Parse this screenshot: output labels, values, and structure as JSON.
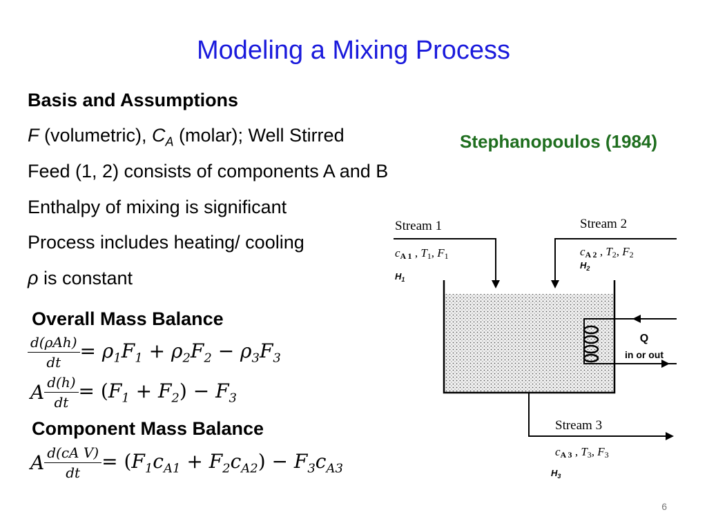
{
  "title": "Modeling a Mixing Process",
  "bullets": {
    "heading": "Basis and Assumptions",
    "line1_F": "F",
    "line1_a": " (volumetric), ",
    "line1_C": "C",
    "line1_sub": "A",
    "line1_b": " (molar); Well Stirred",
    "line2": "Feed (1, 2) consists of components A and B",
    "line3": "Enthalpy of mixing is significant",
    "line4": "Process includes heating/ cooling",
    "line5_rho": "ρ",
    "line5": " is constant"
  },
  "reference": "Stephanopoulos (1984)",
  "overall": {
    "heading": "Overall Mass Balance",
    "eq1_num": "d(ρAh)",
    "eq1_den": "dt",
    "eq2_lhs": "A",
    "eq2_num": "d(h)",
    "eq2_den": "dt"
  },
  "component": {
    "heading": "Component Mass Balance",
    "eq3_lhs": "A",
    "eq3_num": "d(cA V)",
    "eq3_den": "dt"
  },
  "diagram": {
    "stream1": "Stream 1",
    "stream2": "Stream 2",
    "stream3": "Stream 3",
    "H1": "H",
    "H1_sub": "1",
    "H2": "H",
    "H2_sub": "2",
    "H3": "H",
    "H3_sub": "3",
    "Q": "Q",
    "q_note": "in or out"
  },
  "page_number": "6",
  "colors": {
    "title": "#1a1adc",
    "reference": "#1f6e1f"
  }
}
